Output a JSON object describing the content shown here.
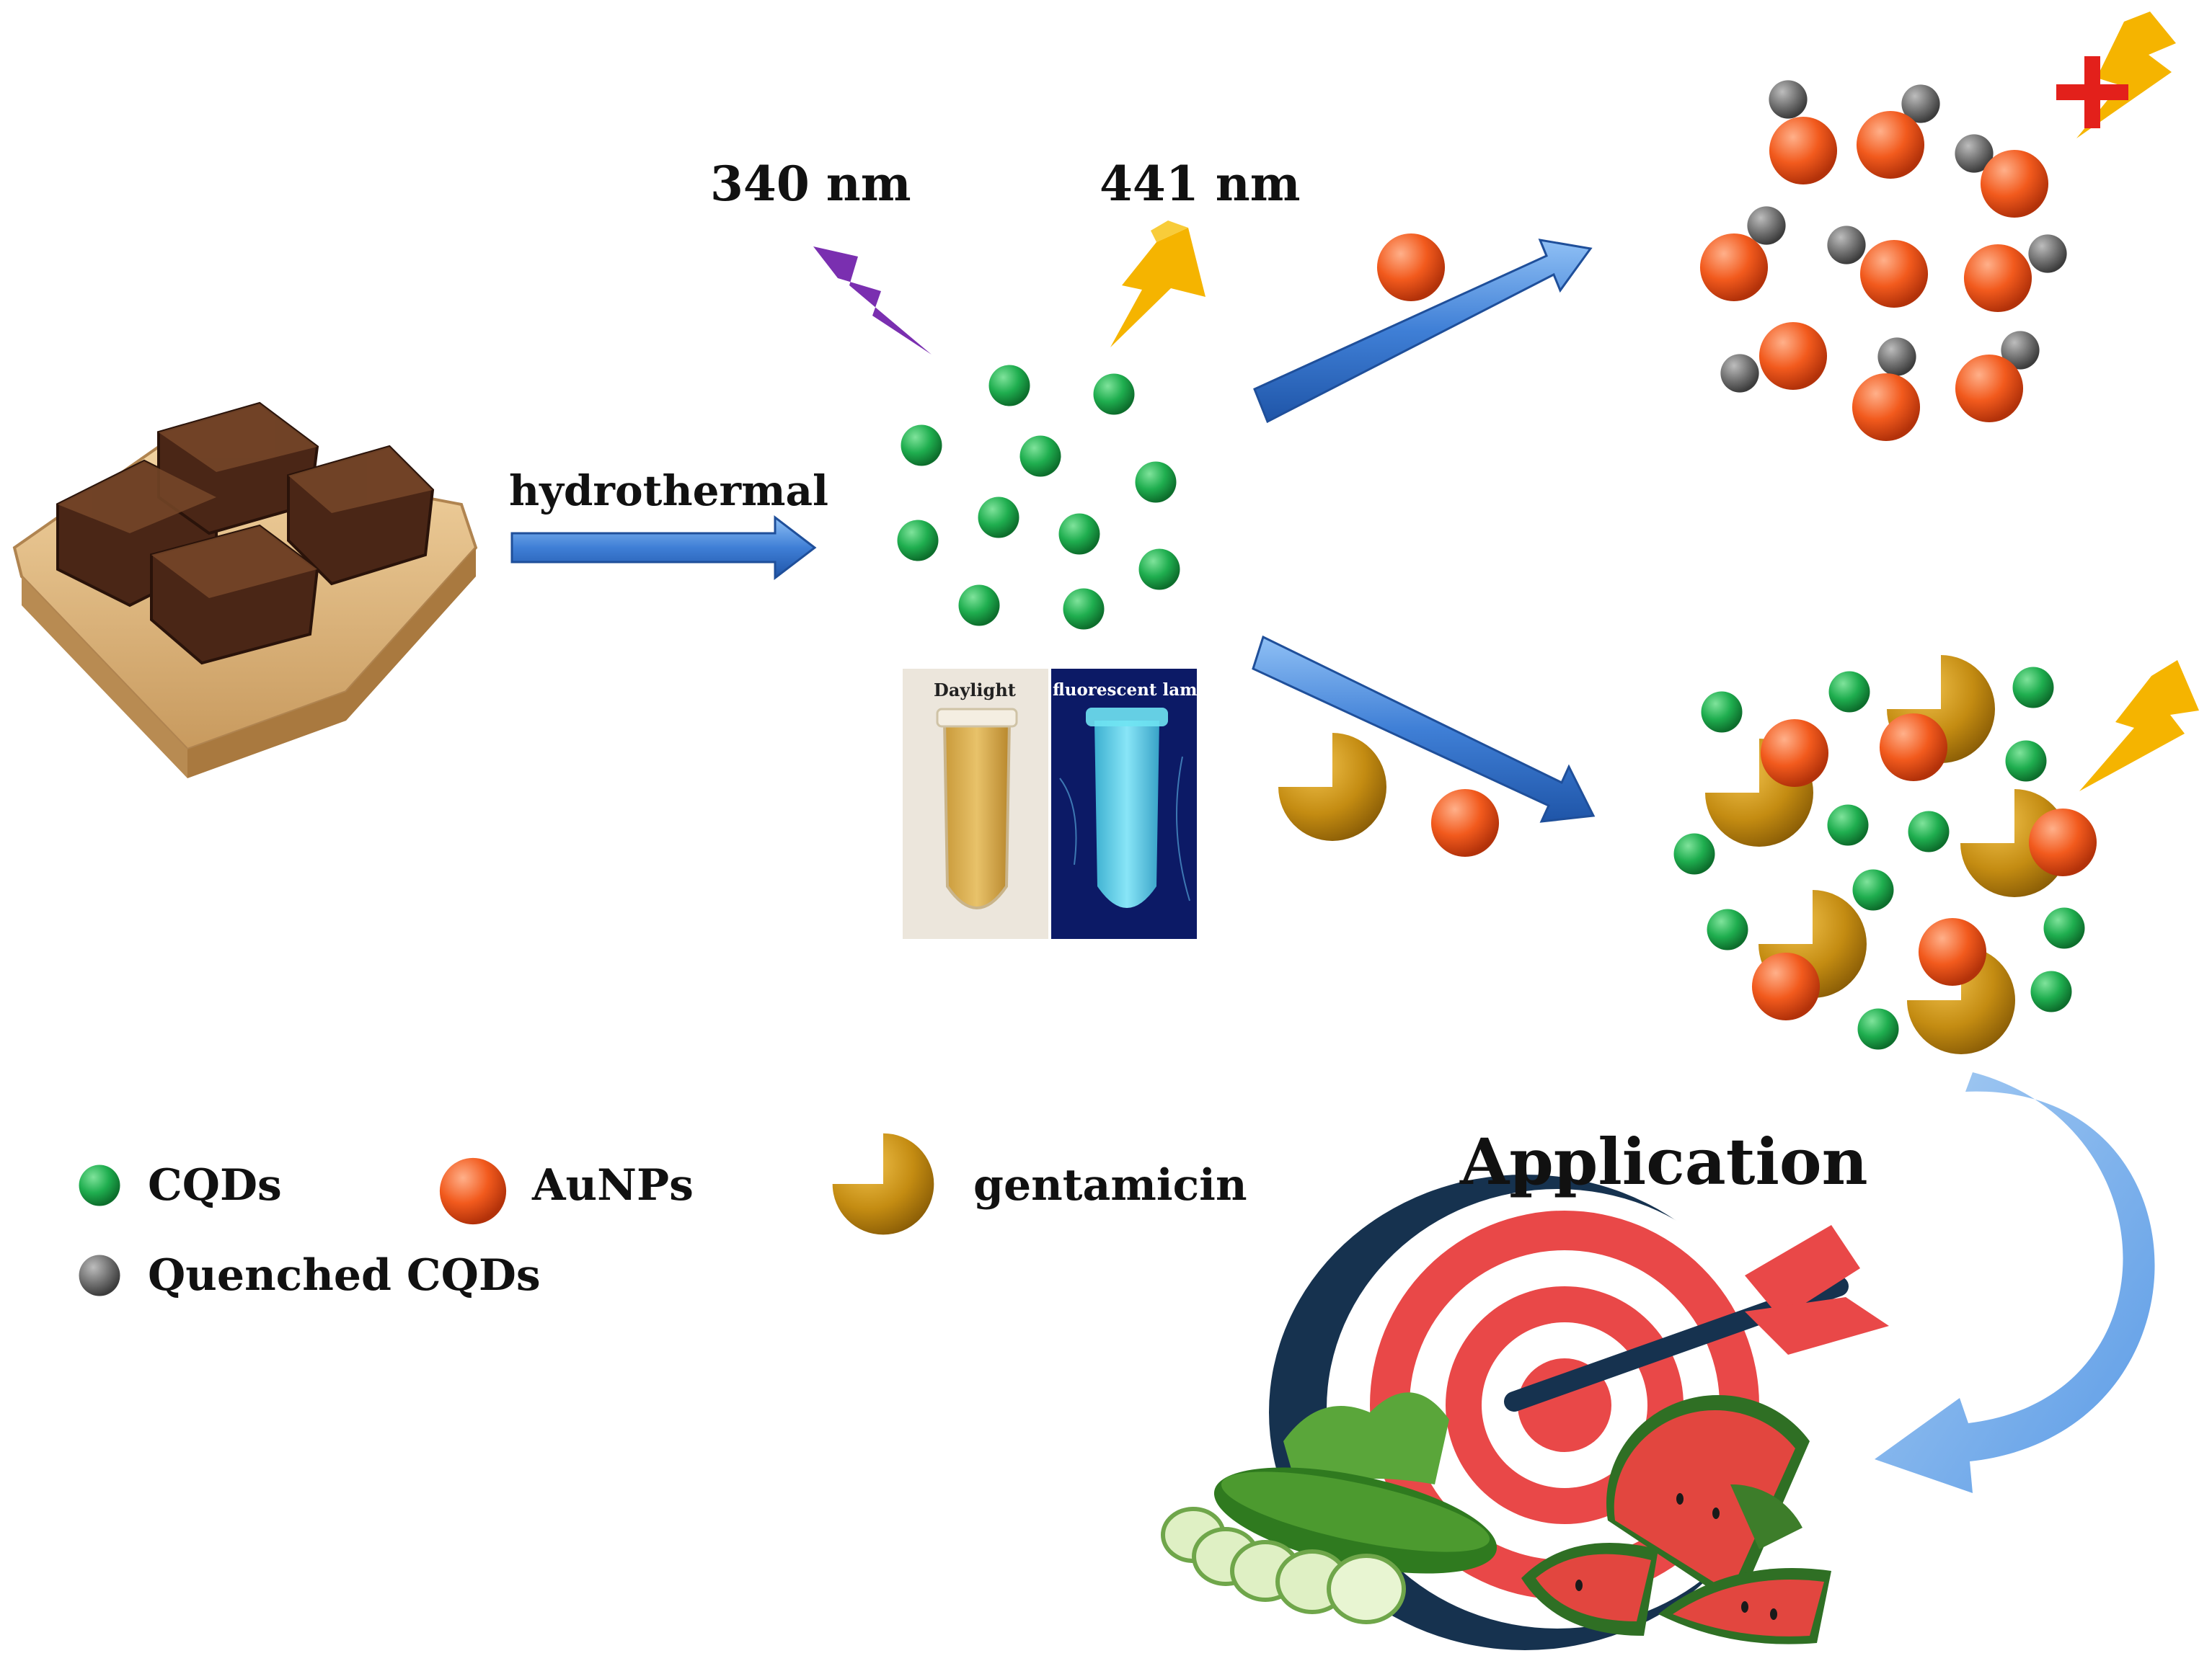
{
  "labels": {
    "excitation": "340 nm",
    "emission": "441 nm",
    "process": "hydrothermal",
    "application": "Application",
    "daylight": "Daylight",
    "fluorescent": "fluorescent lamp"
  },
  "legend": [
    {
      "key": "cqd",
      "label": "CQDs",
      "color": "#1aa34a"
    },
    {
      "key": "aunp",
      "label": "AuNPs",
      "color": "#f05a1c"
    },
    {
      "key": "gentamicin",
      "label": "gentamicin",
      "color": "#c08a12"
    },
    {
      "key": "quenched",
      "label": "Quenched CQDs",
      "color": "#6b6b6b"
    }
  ],
  "colors": {
    "arrow_blue": "#3f7fd6",
    "lightning_yellow": "#f5b400",
    "lightning_purple": "#7a2fb0",
    "cross_red": "#e3201b",
    "tube_daylight": "#d9b04a",
    "tube_fluorescent": "#54d6e6"
  }
}
